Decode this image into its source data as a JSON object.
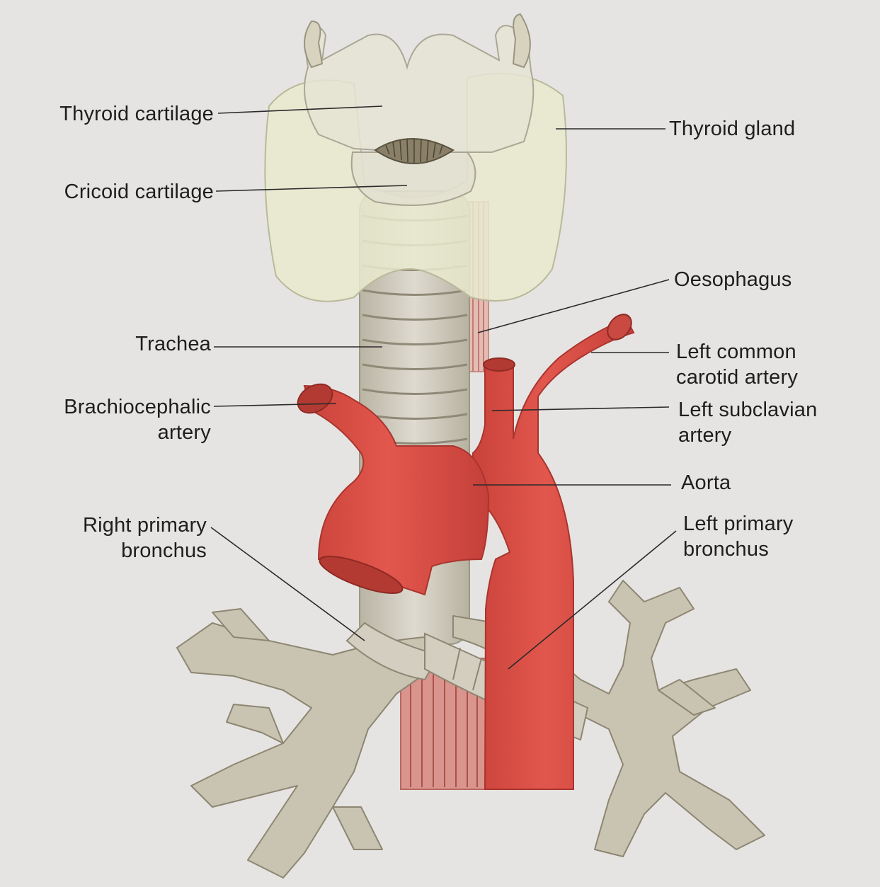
{
  "labels": {
    "thyroid_cartilage": "Thyroid cartilage",
    "thyroid_gland": "Thyroid gland",
    "cricoid_cartilage": "Cricoid cartilage",
    "oesophagus": "Oesophagus",
    "trachea": "Trachea",
    "left_common_carotid": [
      "Left common",
      "carotid artery"
    ],
    "brachiocephalic": [
      "Brachiocephalic",
      "artery"
    ],
    "left_subclavian": [
      "Left subclavian",
      "artery"
    ],
    "aorta": "Aorta",
    "right_primary_bronchus": [
      "Right primary",
      "bronchus"
    ],
    "left_primary_bronchus": [
      "Left primary",
      "bronchus"
    ]
  },
  "colors": {
    "artery": "#dd5048",
    "artery_dark": "#b5372f",
    "cartilage": "#cbc6b4",
    "gland": "#e7e8cc",
    "oesophagus": "#d99a93",
    "background": "#e6e4e2"
  }
}
